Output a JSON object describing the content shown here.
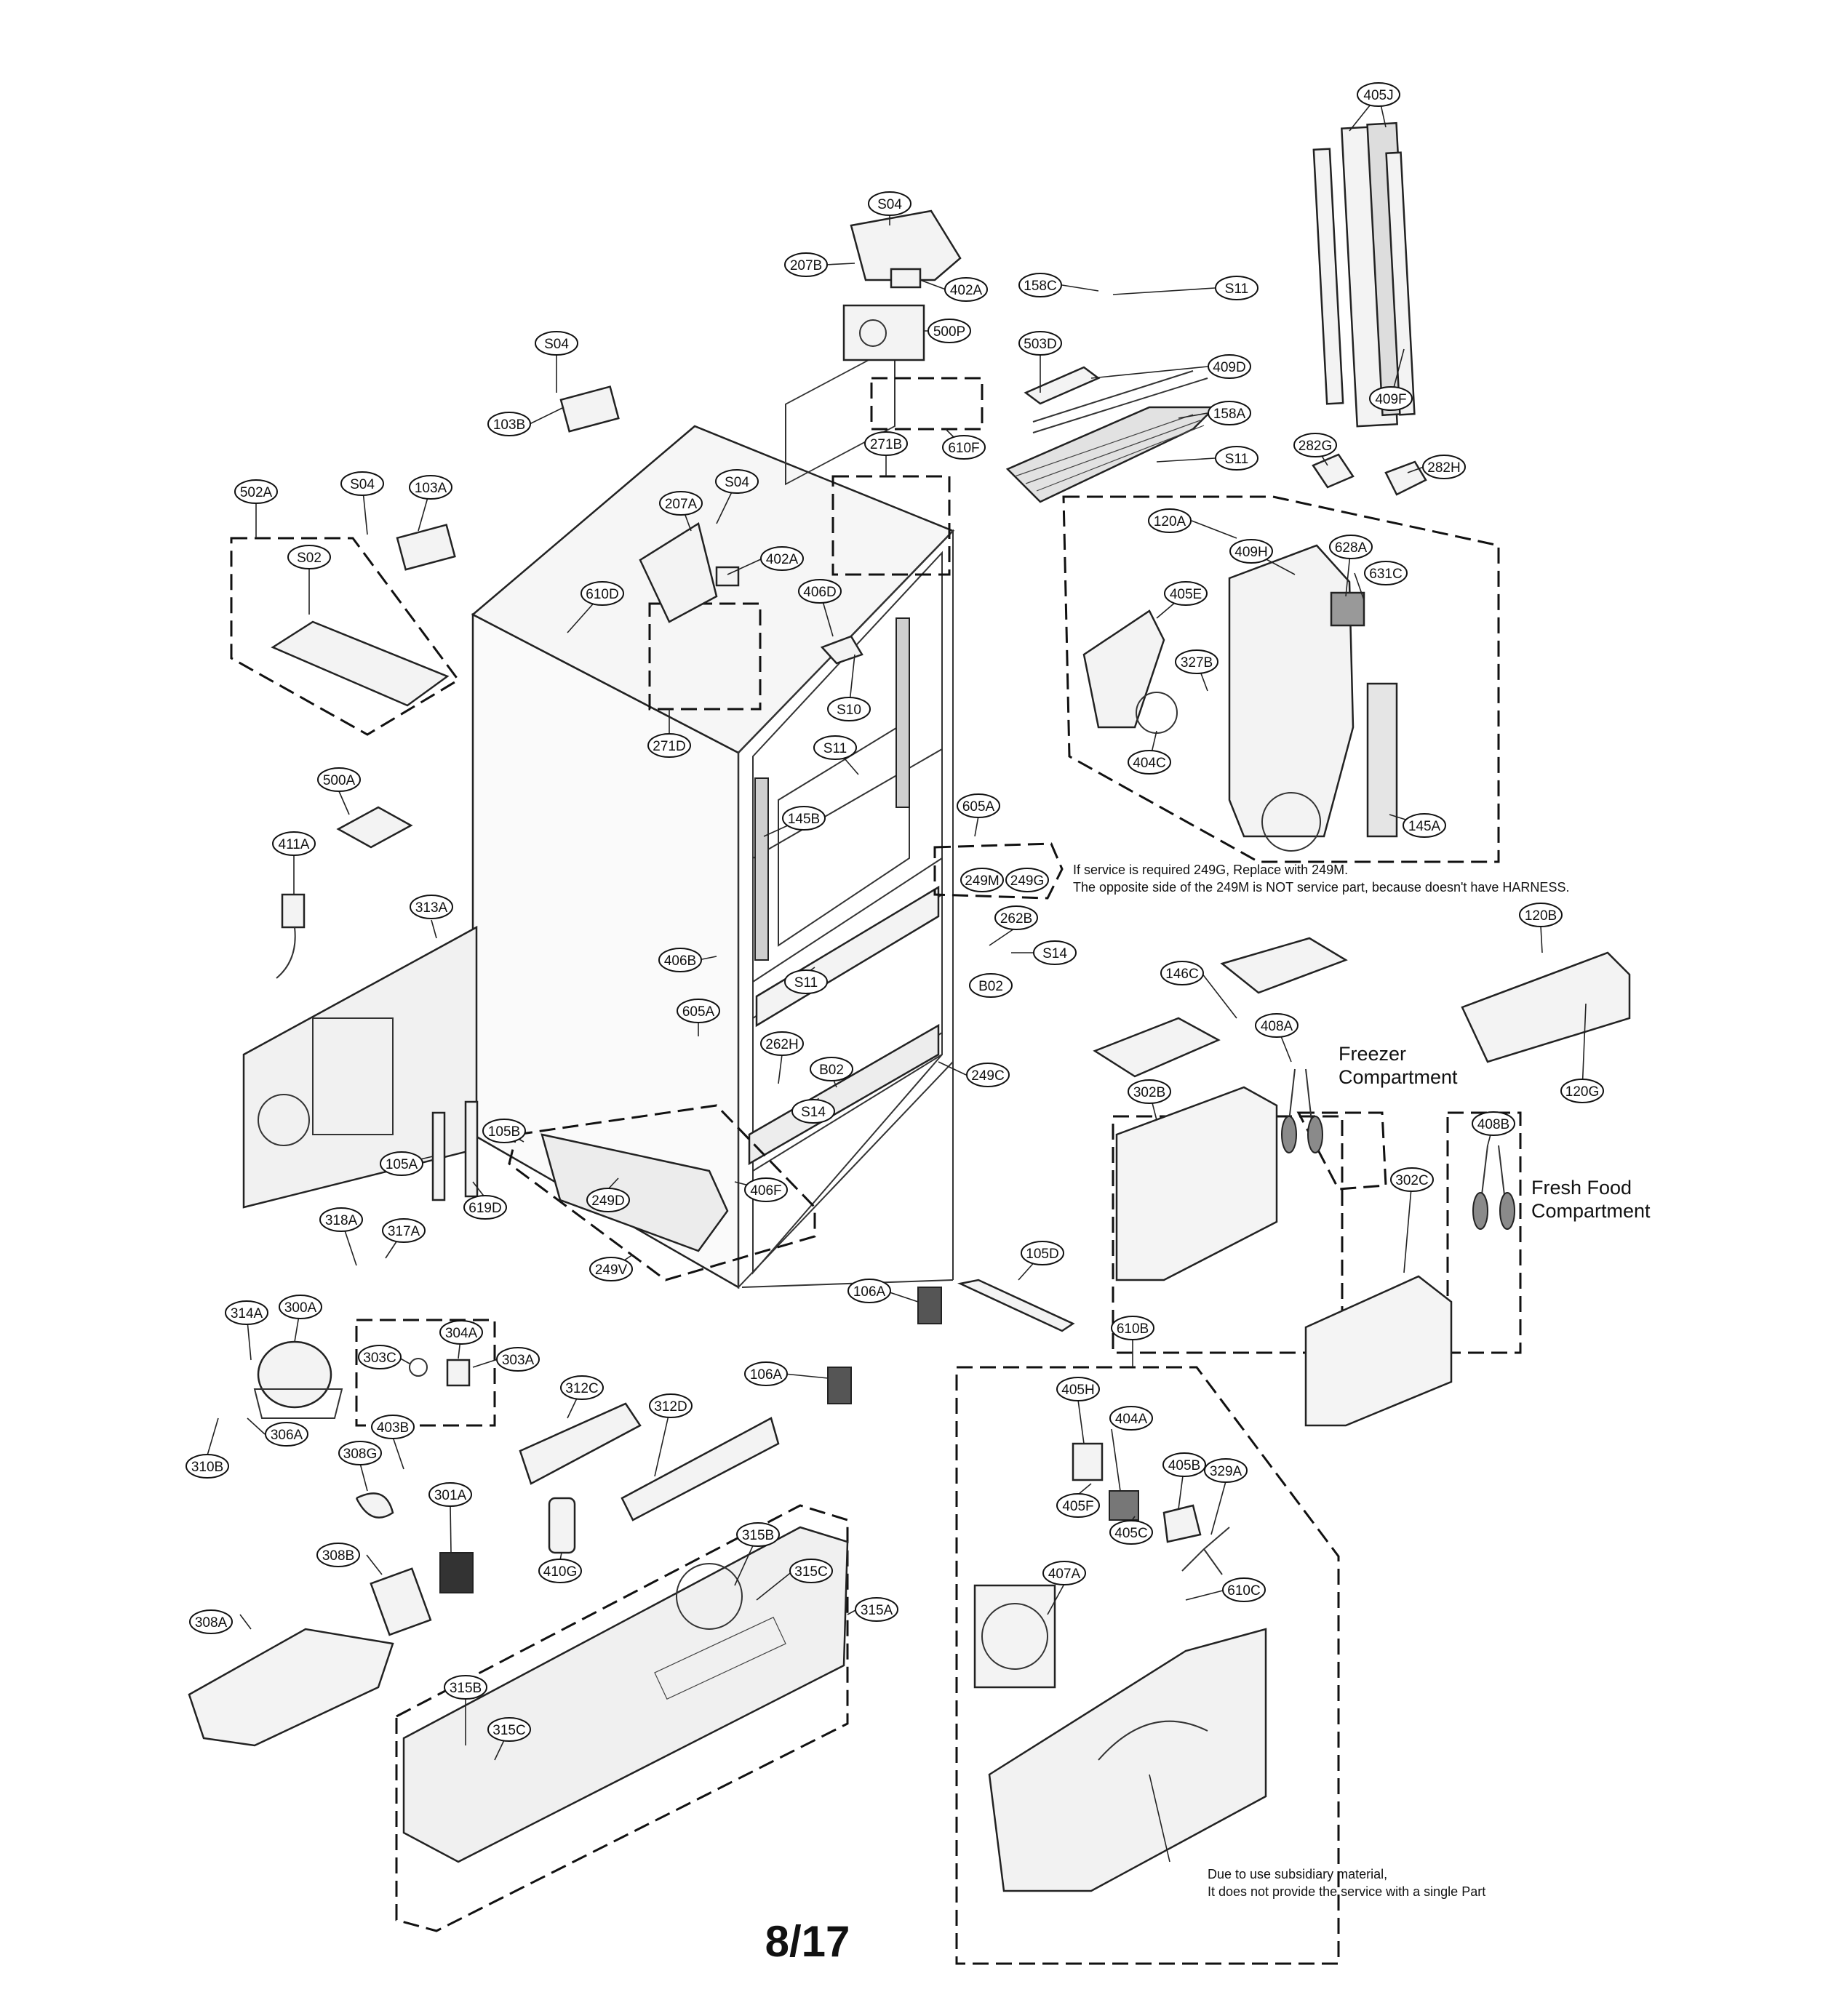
{
  "parts": [
    {
      "id": "405J"
    },
    {
      "id": "409F"
    },
    {
      "id": "S04"
    },
    {
      "id": "207B"
    },
    {
      "id": "402A"
    },
    {
      "id": "158C"
    },
    {
      "id": "S11"
    },
    {
      "id": "500P"
    },
    {
      "id": "503D"
    },
    {
      "id": "409D"
    },
    {
      "id": "158A"
    },
    {
      "id": "610F"
    },
    {
      "id": "271B"
    },
    {
      "id": "S11"
    },
    {
      "id": "282G"
    },
    {
      "id": "282H"
    },
    {
      "id": "120A"
    },
    {
      "id": "409H"
    },
    {
      "id": "628A"
    },
    {
      "id": "631C"
    },
    {
      "id": "405E"
    },
    {
      "id": "327B"
    },
    {
      "id": "404C"
    },
    {
      "id": "145A"
    },
    {
      "id": "S04"
    },
    {
      "id": "103B"
    },
    {
      "id": "502A"
    },
    {
      "id": "S04"
    },
    {
      "id": "103A"
    },
    {
      "id": "S04"
    },
    {
      "id": "207A"
    },
    {
      "id": "402A"
    },
    {
      "id": "S02"
    },
    {
      "id": "610D"
    },
    {
      "id": "406D"
    },
    {
      "id": "S10"
    },
    {
      "id": "271D"
    },
    {
      "id": "S11"
    },
    {
      "id": "500A"
    },
    {
      "id": "411A"
    },
    {
      "id": "145B"
    },
    {
      "id": "605A"
    },
    {
      "id": "249M"
    },
    {
      "id": "249G"
    },
    {
      "id": "313A"
    },
    {
      "id": "262B"
    },
    {
      "id": "S14"
    },
    {
      "id": "406B"
    },
    {
      "id": "S11"
    },
    {
      "id": "B02"
    },
    {
      "id": "605A"
    },
    {
      "id": "262H"
    },
    {
      "id": "B02"
    },
    {
      "id": "249C"
    },
    {
      "id": "S14"
    },
    {
      "id": "105B"
    },
    {
      "id": "105A"
    },
    {
      "id": "249D"
    },
    {
      "id": "406F"
    },
    {
      "id": "619D"
    },
    {
      "id": "318A"
    },
    {
      "id": "317A"
    },
    {
      "id": "249V"
    },
    {
      "id": "146C"
    },
    {
      "id": "408A"
    },
    {
      "id": "302B"
    },
    {
      "id": "120B"
    },
    {
      "id": "120G"
    },
    {
      "id": "408B"
    },
    {
      "id": "302C"
    },
    {
      "id": "105D"
    },
    {
      "id": "106A"
    },
    {
      "id": "610B"
    },
    {
      "id": "314A"
    },
    {
      "id": "300A"
    },
    {
      "id": "304A"
    },
    {
      "id": "303C"
    },
    {
      "id": "303A"
    },
    {
      "id": "312C"
    },
    {
      "id": "312D"
    },
    {
      "id": "106A"
    },
    {
      "id": "306A"
    },
    {
      "id": "310B"
    },
    {
      "id": "403B"
    },
    {
      "id": "308G"
    },
    {
      "id": "301A"
    },
    {
      "id": "308B"
    },
    {
      "id": "410G"
    },
    {
      "id": "315B"
    },
    {
      "id": "315C"
    },
    {
      "id": "315A"
    },
    {
      "id": "308A"
    },
    {
      "id": "315B"
    },
    {
      "id": "315C"
    },
    {
      "id": "405H"
    },
    {
      "id": "404A"
    },
    {
      "id": "405B"
    },
    {
      "id": "405F"
    },
    {
      "id": "405C"
    },
    {
      "id": "329A"
    },
    {
      "id": "407A"
    },
    {
      "id": "610C"
    }
  ],
  "notes": {
    "service_line1": "If service is required 249G, Replace with 249M.",
    "service_line2": "The opposite side of the 249M is NOT service part, because doesn't have HARNESS.",
    "subsidiary_line1": "Due to use subsidiary material,",
    "subsidiary_line2": "It does not provide the service with a single Part"
  },
  "sections": {
    "freezer_line1": "Freezer",
    "freezer_line2": "Compartment",
    "fresh_line1": "Fresh Food",
    "fresh_line2": "Compartment"
  },
  "page_number": "8/17"
}
